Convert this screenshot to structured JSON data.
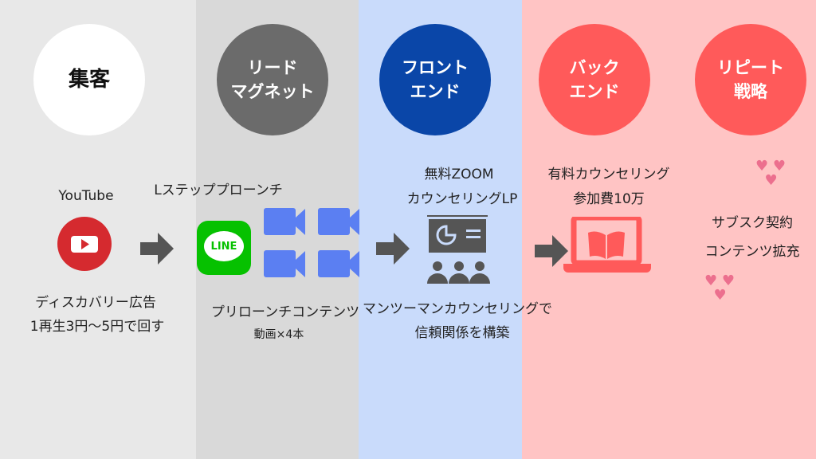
{
  "colors": {
    "col1": "#e8e8e8",
    "col2": "#d9d9d9",
    "col3": "#c9dbfb",
    "col4": "#ffc4c4",
    "gray": "#555555",
    "blue": "#0a46a8",
    "red": "#ff5a5a",
    "line": "#06c100",
    "video": "#5b7ff2",
    "heart": "#ec6f8e"
  },
  "stages": [
    {
      "label": "集客"
    },
    {
      "label": "リード\nマグネット"
    },
    {
      "label": "フロント\nエンド"
    },
    {
      "label": "バック\nエンド"
    },
    {
      "label": "リピート\n戦略"
    }
  ],
  "youtube": {
    "title": "YouTube",
    "desc1": "ディスカバリー広告",
    "desc2": "1再生3円～5円で回す"
  },
  "lstep": {
    "title": "Lステッププローンチ",
    "line_logo": "LINE",
    "desc1": "プリローンチコンテンツ",
    "desc2": "動画×4本"
  },
  "front": {
    "title1": "無料ZOOM",
    "title2": "カウンセリングLP",
    "desc1": "マンツーマンカウンセリングで",
    "desc2": "信頼関係を構築"
  },
  "back": {
    "title1": "有料カウンセリング",
    "title2": "参加費10万"
  },
  "repeat": {
    "line1": "サブスク契約",
    "line2": "コンテンツ拡充"
  }
}
